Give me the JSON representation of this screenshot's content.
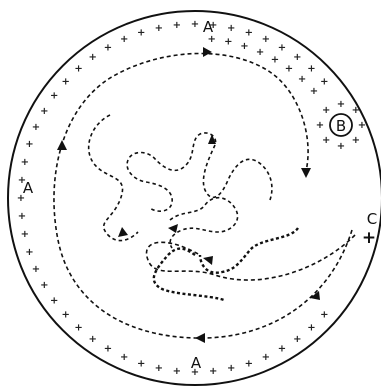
{
  "labels": {
    "a_top": "A",
    "a_left": "A",
    "a_bottom": "A",
    "b": "B",
    "c": "C",
    "mark_c": "+"
  },
  "colors": {
    "ink": "#111111",
    "paper": "#ffffff"
  }
}
